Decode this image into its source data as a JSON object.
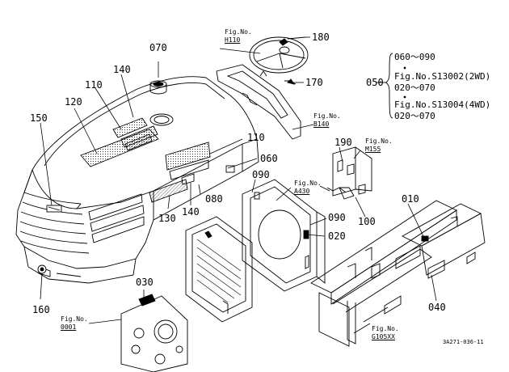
{
  "callouts": {
    "c180": "180",
    "c070": "070",
    "c140a": "140",
    "c110a": "110",
    "c120": "120",
    "c150": "150",
    "c170": "170",
    "c110b": "110",
    "c060": "060",
    "c190": "190",
    "c090a": "090",
    "c080": "080",
    "c130": "130",
    "c140b": "140",
    "c090b": "090",
    "c020": "020",
    "c100": "100",
    "c010": "010",
    "c030": "030",
    "c160": "160",
    "c040": "040",
    "c050": "050"
  },
  "fig_refs": {
    "h110": {
      "label": "Fig.No.",
      "ref": "H110"
    },
    "b140": {
      "label": "Fig.No.",
      "ref": "B140"
    },
    "m155": {
      "label": "Fig.No.",
      "ref": "M155"
    },
    "a430": {
      "label": "Fig.No.",
      "ref": "A430"
    },
    "o001": {
      "label": "Fig.No.",
      "ref": "0001"
    },
    "g105": {
      "label": "Fig.No.",
      "ref": "G105XX"
    }
  },
  "variant_note": {
    "line1": "060〜090",
    "line2": "Fig.No.S13002(2WD)",
    "line3": "020〜070",
    "line4": "Fig.No.S13004(4WD)",
    "line5": "020〜070"
  },
  "drawing_code": "3A271-036-11",
  "colors": {
    "ink": "#000000",
    "paper": "#ffffff"
  }
}
